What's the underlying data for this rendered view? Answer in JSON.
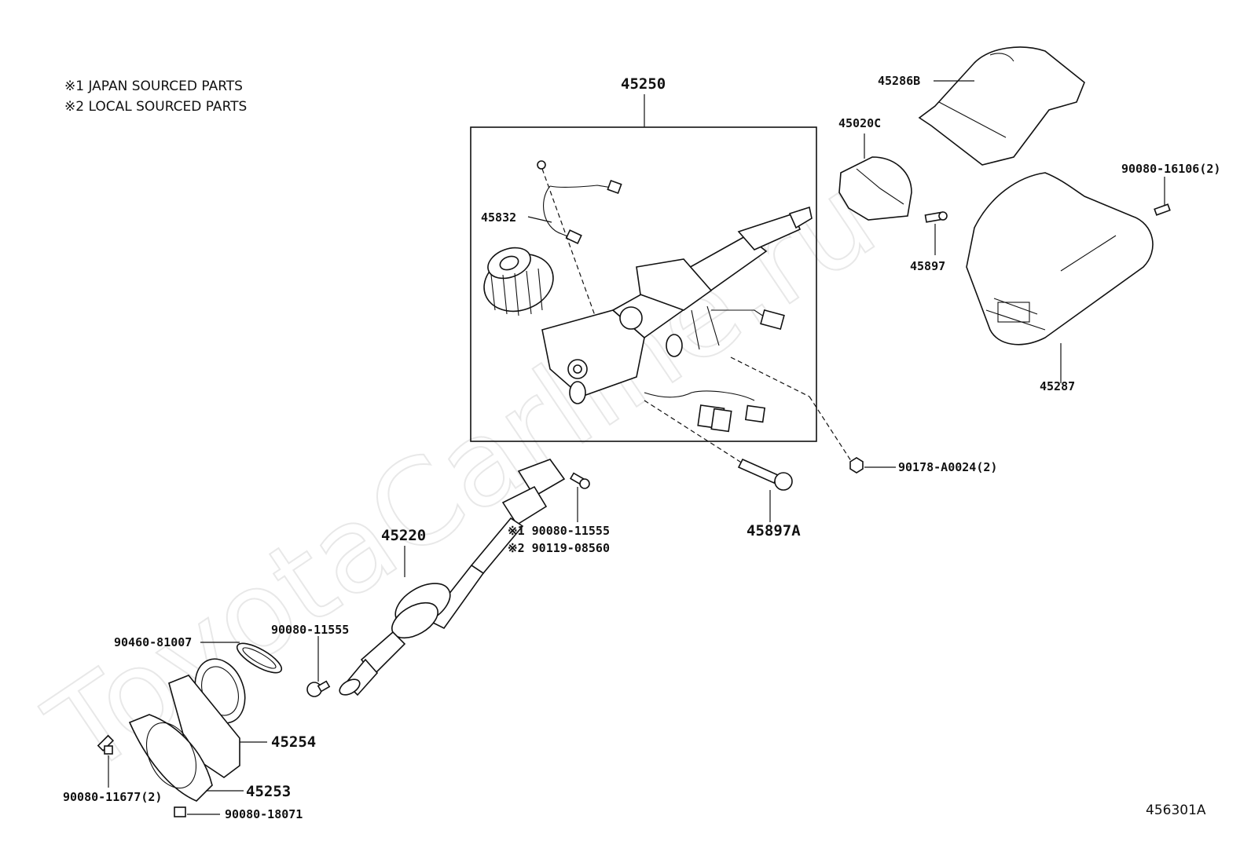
{
  "notes": [
    "※1 JAPAN SOURCED PARTS",
    "※2 LOCAL SOURCED PARTS"
  ],
  "watermark": "ToyotaCarline.ru",
  "diagram_code": "456301A",
  "labels": {
    "p45250": "45250",
    "p45832": "45832",
    "p45286B": "45286B",
    "p45020C": "45020C",
    "p45897": "45897",
    "p90080_16106": "90080-16106(2)",
    "p45287": "45287",
    "p90178": "90178-A0024(2)",
    "p45897A": "45897A",
    "p45220": "45220",
    "p90080_11555_j": "※1 90080-11555",
    "p90119": "※2 90119-08560",
    "p90080_11555": "90080-11555",
    "p90460": "90460-81007",
    "p45254": "45254",
    "p45253": "45253",
    "p90080_11677": "90080-11677(2)",
    "p90080_18071": "90080-18071"
  }
}
